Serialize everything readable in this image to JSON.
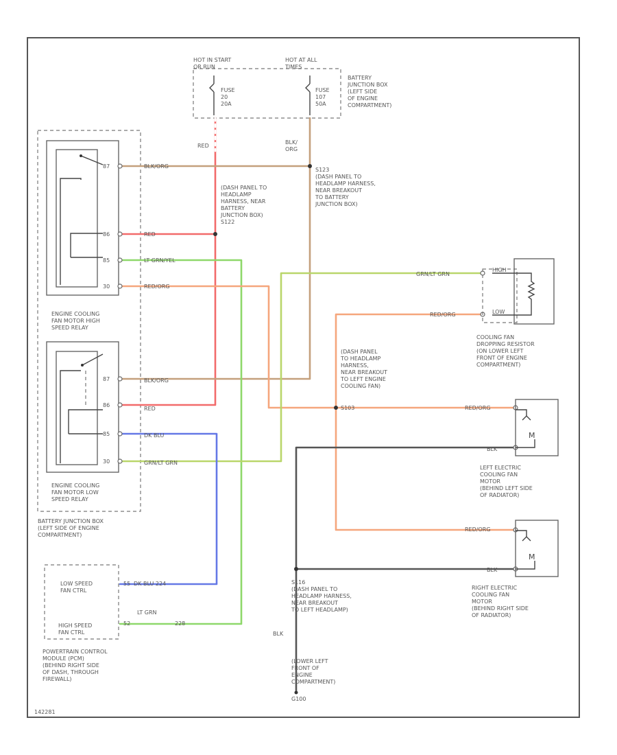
{
  "colors": {
    "tan": "#c4a07c",
    "red": "#f26a6a",
    "green": "#8ed86a",
    "ygreen": "#b9d66a",
    "olive": "#d4d46a",
    "orange": "#f5a67c",
    "blue": "#6478e6",
    "black": "#555555"
  },
  "fuse_box": {
    "left_title": [
      "HOT IN START",
      "OR RUN"
    ],
    "right_title": [
      "HOT AT ALL",
      "TIMES"
    ],
    "fuse_a": [
      "FUSE",
      "20",
      "20A"
    ],
    "fuse_b": [
      "FUSE",
      "107",
      "50A"
    ],
    "label": [
      "BATTERY",
      "JUNCTION BOX",
      "(LEFT SIDE",
      "OF ENGINE",
      "COMPARTMENT)"
    ]
  },
  "wire_labels": {
    "red_top": "RED",
    "blkorg_top": [
      "BLK/",
      "ORG"
    ],
    "blkorg_h": "BLK/ORG",
    "red_1": "RED",
    "ltgrnyel_1": "LT GRN/YEL",
    "redorg_1": "RED/ORG",
    "grnylt_1": "GRN/LT GRN",
    "redorg_2": "RED/ORG",
    "blkorg_2": "BLK/ORG",
    "red_2": "RED",
    "dkblu": "DK BLU",
    "grnylt_2": "GRN/LT GRN",
    "redorg_3": "RED/ORG",
    "blk_1": "BLK",
    "redorg_4": "RED/ORG",
    "blk_2": "BLK",
    "blk_v": "BLK",
    "pcm_low": "DK BLU 224",
    "pcm_high_top": "LT GRN",
    "pcm_high_bot": "228"
  },
  "splices": {
    "s123": [
      "S123",
      "(DASH PANEL TO",
      "HEADLAMP HARNESS,",
      "NEAR BREAKOUT",
      "TO BATTERY",
      "JUNCTION BOX)"
    ],
    "s122": [
      "(DASH PANEL TO",
      "HEADLAMP",
      "HARNESS, NEAR",
      "BATTERY",
      "JUNCTION BOX)",
      "S122"
    ],
    "s103": [
      "(DASH PANEL",
      "TO HEADLAMP",
      "HARNESS,",
      "NEAR BREAKOUT",
      "TO LEFT ENGINE",
      "COOLING FAN)"
    ],
    "s103_id": "S103",
    "s116": [
      "S116",
      "(DASH PANEL TO",
      "HEADLAMP HARNESS,",
      "NEAR BREAKOUT",
      "TO LEFT HEADLAMP)"
    ]
  },
  "relay_high": {
    "pins": [
      "87",
      "86",
      "85",
      "30"
    ],
    "label": [
      "ENGINE COOLING",
      "FAN MOTOR HIGH",
      "SPEED RELAY"
    ]
  },
  "relay_low": {
    "pins": [
      "87",
      "86",
      "85",
      "30"
    ],
    "label": [
      "ENGINE COOLING",
      "FAN MOTOR LOW",
      "SPEED RELAY"
    ]
  },
  "battery_jb_label": [
    "BATTERY JUNCTION BOX",
    "(LEFT SIDE OF ENGINE",
    "COMPARTMENT)"
  ],
  "resistor": {
    "pins": [
      "HIGH",
      "LOW"
    ],
    "label": [
      "COOLING FAN",
      "DROPPING RESISTOR",
      "(ON LOWER LEFT",
      "FRONT OF ENGINE",
      "COMPARTMENT)"
    ]
  },
  "left_fan": {
    "label": [
      "LEFT ELECTRIC",
      "COOLING FAN",
      "MOTOR",
      "(BEHIND LEFT SIDE",
      "OF RADIATOR)"
    ]
  },
  "right_fan": {
    "label": [
      "RIGHT ELECTRIC",
      "COOLING FAN",
      "MOTOR",
      "(BEHIND RIGHT SIDE",
      "OF RADIATOR)"
    ]
  },
  "pcm": {
    "low": [
      "LOW SPEED",
      "FAN CTRL"
    ],
    "high": [
      "HIGH SPEED",
      "FAN CTRL"
    ],
    "pin_low": "55",
    "pin_high": "52",
    "label": [
      "POWERTRAIN CONTROL",
      "MODULE (PCM)",
      "(BEHIND RIGHT SIDE",
      "OF DASH, THROUGH",
      "FIREWALL)"
    ]
  },
  "ground": {
    "label": [
      "(LOWER LEFT",
      "FRONT OF",
      "ENGINE",
      "COMPARTMENT)"
    ],
    "id": "G100"
  },
  "footer": "142281"
}
